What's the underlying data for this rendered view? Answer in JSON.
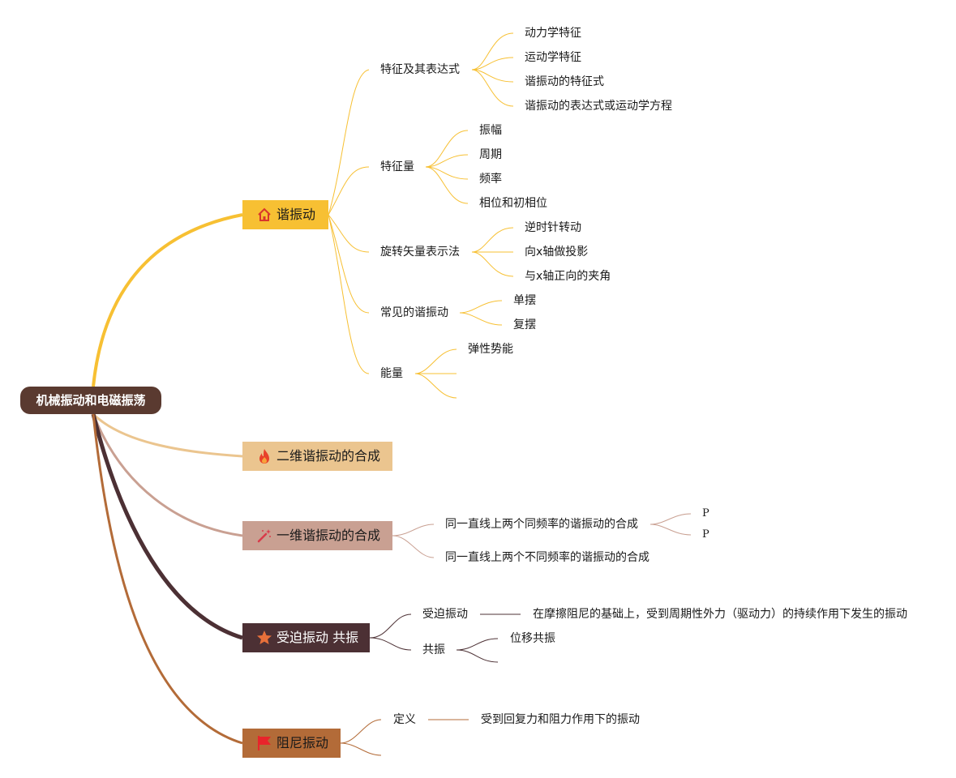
{
  "root": {
    "label": "机械振动和电磁振荡"
  },
  "branches": [
    {
      "label": "谐振动",
      "icon": "home-icon",
      "color": "#f7c033"
    },
    {
      "label": "二维谐振动的合成",
      "icon": "fire-icon",
      "color": "#ebc58f"
    },
    {
      "label": "一维谐振动的合成",
      "icon": "magic-wand-icon",
      "color": "#c9a092"
    },
    {
      "label": "受迫振动 共振",
      "icon": "star-icon",
      "color": "#4c3034"
    },
    {
      "label": "阻尼振动",
      "icon": "flag-icon",
      "color": "#b36b38"
    }
  ],
  "harmonic": {
    "features": {
      "label": "特征及其表达式",
      "items": [
        "动力学特征",
        "运动学特征",
        "谐振动的特征式",
        "谐振动的表达式或运动学方程"
      ]
    },
    "quantities": {
      "label": "特征量",
      "items": [
        "振幅",
        "周期",
        "频率",
        "相位和初相位"
      ]
    },
    "rotating_vector": {
      "label": "旋转矢量表示法",
      "items": [
        "逆时针转动",
        "向x轴做投影",
        "与x轴正向的夹角"
      ]
    },
    "common": {
      "label": "常见的谐振动",
      "items": [
        "单摆",
        "复摆"
      ]
    },
    "energy": {
      "label": "能量",
      "items": [
        "弹性势能"
      ]
    }
  },
  "one_dim": {
    "same_freq": {
      "label": "同一直线上两个同频率的谐振动的合成",
      "items": [
        "P",
        "P"
      ]
    },
    "diff_freq": {
      "label": "同一直线上两个不同频率的谐振动的合成"
    }
  },
  "forced": {
    "forced_vib": {
      "label": "受迫振动",
      "desc": "在摩擦阻尼的基础上，受到周期性外力（驱动力）的持续作用下发生的振动"
    },
    "resonance": {
      "label": "共振",
      "items": [
        "位移共振"
      ]
    }
  },
  "damped": {
    "definition": {
      "label": "定义",
      "desc": "受到回复力和阻力作用下的振动"
    }
  }
}
